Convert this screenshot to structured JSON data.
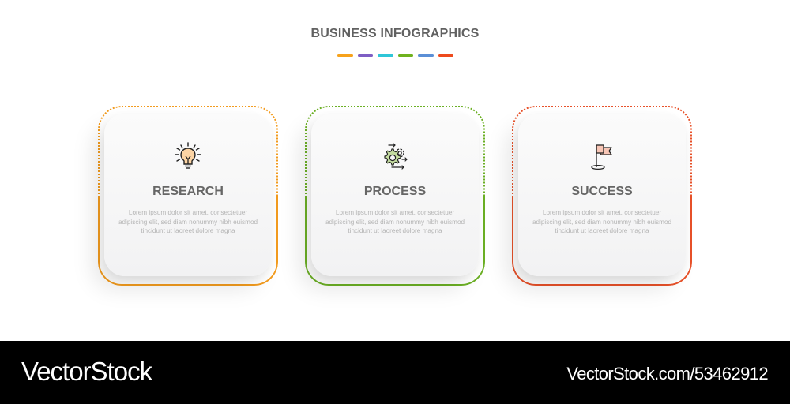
{
  "header": {
    "title": "BUSINESS INFOGRAPHICS",
    "dash_colors": [
      "#f7a21b",
      "#7e5ec4",
      "#2fc6d8",
      "#6fb21e",
      "#5b8fd6",
      "#ee4a1d"
    ]
  },
  "steps": [
    {
      "icon": "lightbulb-icon",
      "title": "RESEARCH",
      "description": "Lorem ipsum dolor sit amet, consectetuer adipiscing elit, sed diam nonummy nibh euismod tincidunt ut laoreet dolore magna",
      "color": "#f39c1f"
    },
    {
      "icon": "gears-process-icon",
      "title": "PROCESS",
      "description": "Lorem ipsum dolor sit amet, consectetuer adipiscing elit, sed diam nonummy nibh euismod tincidunt ut laoreet dolore magna",
      "color": "#6cb025"
    },
    {
      "icon": "flag-icon",
      "title": "SUCCESS",
      "description": "Lorem ipsum dolor sit amet, consectetuer adipiscing elit, sed diam nonummy nibh euismod tincidunt ut laoreet dolore magna",
      "color": "#e8522a"
    }
  ],
  "footer": {
    "brand": "VectorStock",
    "reference": "VectorStock.com/53462912"
  }
}
